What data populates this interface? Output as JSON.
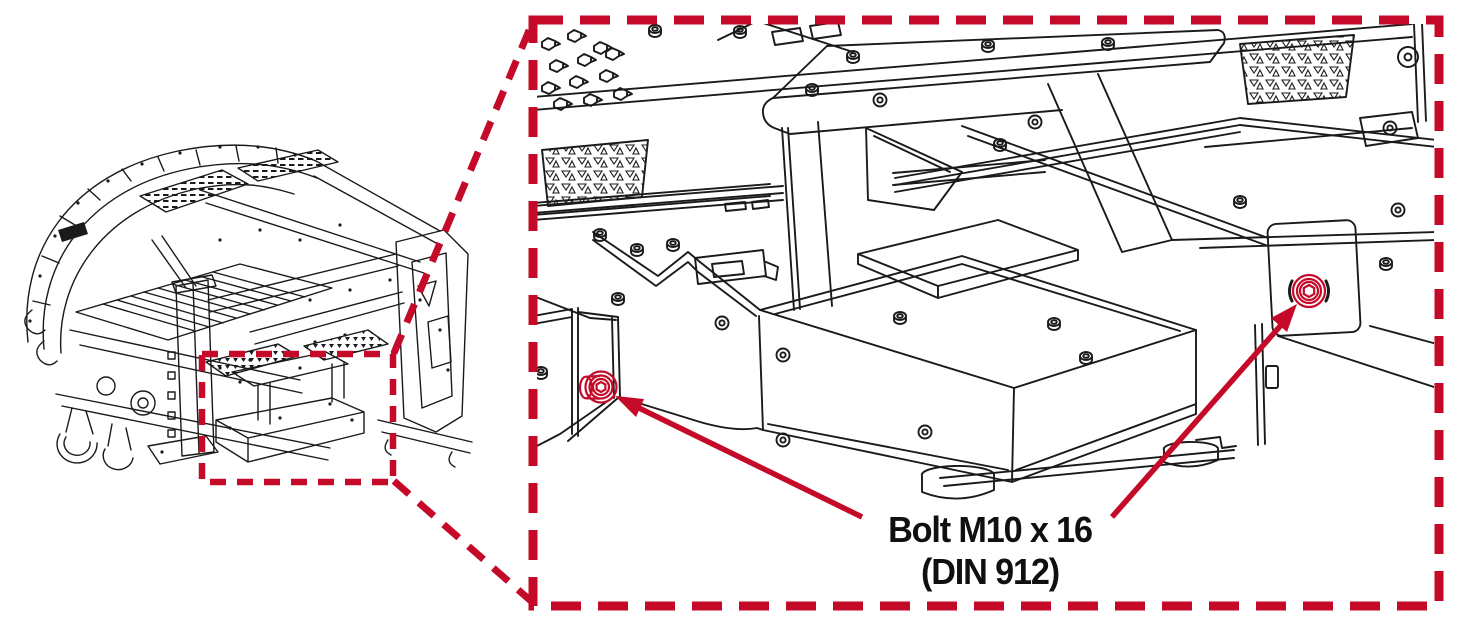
{
  "diagram": {
    "callout": {
      "line1": "Bolt M10 x 16",
      "line2": "(DIN 912)"
    },
    "colors": {
      "accent_red": "#C40A28",
      "line_black": "#1a1a1a",
      "background": "#ffffff"
    },
    "views": {
      "overview_highlight_boxes": 1,
      "detail_highlighted_bolts": 2
    }
  }
}
